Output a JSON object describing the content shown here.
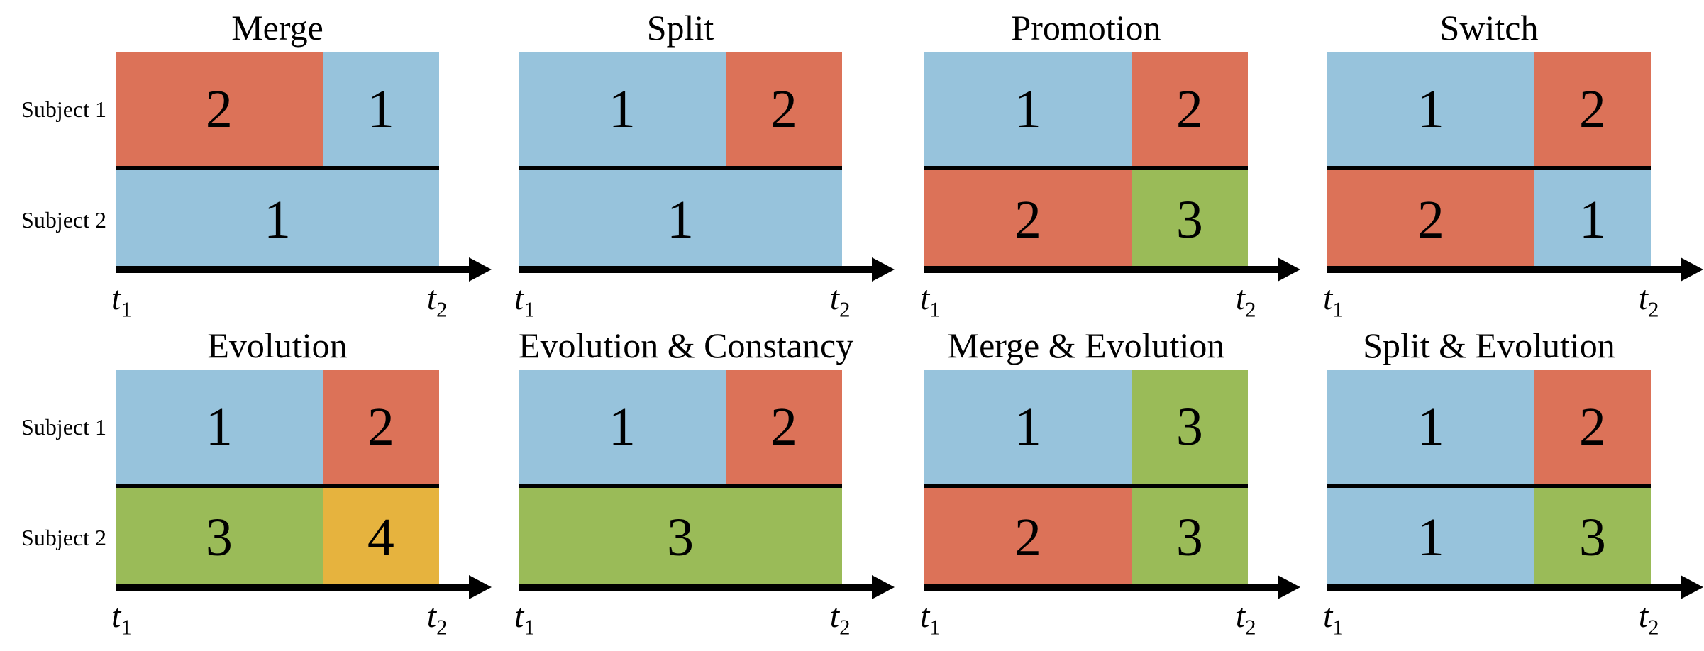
{
  "figure": {
    "subject_labels": [
      "Subject 1",
      "Subject 2"
    ],
    "axis": {
      "start": {
        "base": "t",
        "sub": "1"
      },
      "end": {
        "base": "t",
        "sub": "2"
      }
    },
    "colors": {
      "blue": "#97C3DC",
      "red": "#DC7258",
      "green": "#9ABB58",
      "yellow": "#E6B33E",
      "line": "#000000"
    },
    "layout": {
      "panel_lefts": [
        163,
        731,
        1303,
        1871
      ],
      "row_tops": [
        10,
        458
      ]
    },
    "panels": [
      {
        "title": "Merge",
        "row": 0,
        "col": 0,
        "subject1": [
          {
            "label": "2",
            "color": "red",
            "frac": 0.64
          },
          {
            "label": "1",
            "color": "blue",
            "frac": 0.36
          }
        ],
        "subject2": [
          {
            "label": "1",
            "color": "blue",
            "frac": 1.0
          }
        ]
      },
      {
        "title": "Split",
        "row": 0,
        "col": 1,
        "subject1": [
          {
            "label": "1",
            "color": "blue",
            "frac": 0.64
          },
          {
            "label": "2",
            "color": "red",
            "frac": 0.36
          }
        ],
        "subject2": [
          {
            "label": "1",
            "color": "blue",
            "frac": 1.0
          }
        ]
      },
      {
        "title": "Promotion",
        "row": 0,
        "col": 2,
        "subject1": [
          {
            "label": "1",
            "color": "blue",
            "frac": 0.64
          },
          {
            "label": "2",
            "color": "red",
            "frac": 0.36
          }
        ],
        "subject2": [
          {
            "label": "2",
            "color": "red",
            "frac": 0.64
          },
          {
            "label": "3",
            "color": "green",
            "frac": 0.36
          }
        ]
      },
      {
        "title": "Switch",
        "row": 0,
        "col": 3,
        "subject1": [
          {
            "label": "1",
            "color": "blue",
            "frac": 0.64
          },
          {
            "label": "2",
            "color": "red",
            "frac": 0.36
          }
        ],
        "subject2": [
          {
            "label": "2",
            "color": "red",
            "frac": 0.64
          },
          {
            "label": "1",
            "color": "blue",
            "frac": 0.36
          }
        ]
      },
      {
        "title": "Evolution",
        "row": 1,
        "col": 0,
        "subject1": [
          {
            "label": "1",
            "color": "blue",
            "frac": 0.64
          },
          {
            "label": "2",
            "color": "red",
            "frac": 0.36
          }
        ],
        "subject2": [
          {
            "label": "3",
            "color": "green",
            "frac": 0.64
          },
          {
            "label": "4",
            "color": "yellow",
            "frac": 0.36
          }
        ]
      },
      {
        "title": "Evolution & Constancy",
        "row": 1,
        "col": 1,
        "subject1": [
          {
            "label": "1",
            "color": "blue",
            "frac": 0.64
          },
          {
            "label": "2",
            "color": "red",
            "frac": 0.36
          }
        ],
        "subject2": [
          {
            "label": "3",
            "color": "green",
            "frac": 1.0
          }
        ]
      },
      {
        "title": "Merge & Evolution",
        "row": 1,
        "col": 2,
        "subject1": [
          {
            "label": "1",
            "color": "blue",
            "frac": 0.64
          },
          {
            "label": "3",
            "color": "green",
            "frac": 0.36
          }
        ],
        "subject2": [
          {
            "label": "2",
            "color": "red",
            "frac": 0.64
          },
          {
            "label": "3",
            "color": "green",
            "frac": 0.36
          }
        ]
      },
      {
        "title": "Split & Evolution",
        "row": 1,
        "col": 3,
        "subject1": [
          {
            "label": "1",
            "color": "blue",
            "frac": 0.64
          },
          {
            "label": "2",
            "color": "red",
            "frac": 0.36
          }
        ],
        "subject2": [
          {
            "label": "1",
            "color": "blue",
            "frac": 0.64
          },
          {
            "label": "3",
            "color": "green",
            "frac": 0.36
          }
        ]
      }
    ]
  }
}
